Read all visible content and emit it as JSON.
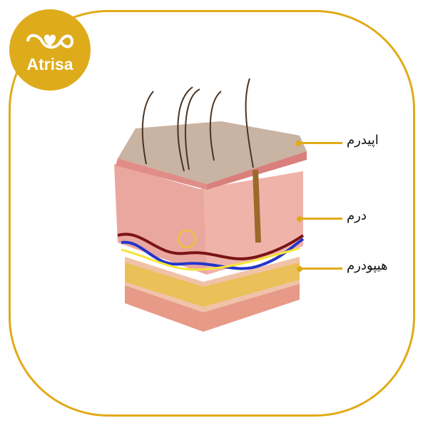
{
  "brand": {
    "name": "Atrisa",
    "color": "#deab1b"
  },
  "labels": {
    "epidermis": "اپیدرم",
    "dermis": "درم",
    "hypodermis": "هیپودرم"
  },
  "colors": {
    "accent": "#e1ab17",
    "epidermis": "#c9b3a3",
    "dermis": "#eaa7a0",
    "fat": "#e9c04a",
    "vein": "#2436c9",
    "artery": "#7a1414"
  }
}
